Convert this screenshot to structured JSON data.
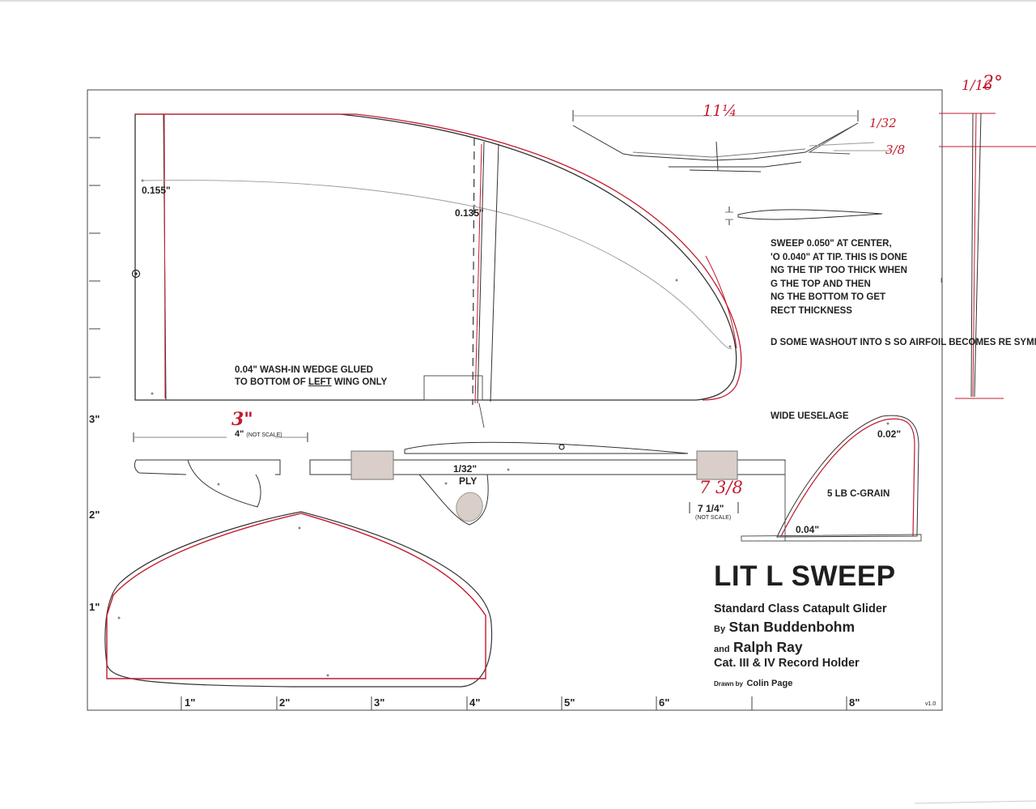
{
  "drawing": {
    "title": "LIT L SWEEP",
    "subtitle": "Standard Class Catapult Glider",
    "by_prefix": "By",
    "author1": "Stan Buddenbohm",
    "and_prefix": "and",
    "author2": "Ralph Ray",
    "record": "Cat. III & IV Record Holder",
    "drawn_prefix": "Drawn by",
    "drawn_by": "Colin Page",
    "version": "v1.0"
  },
  "wing": {
    "root_thickness": "0.155\"",
    "mid_thickness": "0.135\"",
    "wedge_note_line1": "0.04\" WASH-IN WEDGE GLUED",
    "wedge_note_line2_prefix": "TO BOTTOM OF ",
    "wedge_note_line2_emph": "LEFT",
    "wedge_note_line2_suffix": " WING ONLY"
  },
  "notes": {
    "airfoil_lines": [
      "SWEEP 0.050\" AT CENTER,",
      "'O 0.040\" AT TIP. THIS IS DONE",
      "NG THE TIP TOO THICK WHEN",
      "G THE TOP AND THEN",
      "NG THE BOTTOM TO GET",
      "RECT THICKNESS"
    ],
    "washout_lines": [
      "D SOME WASHOUT INTO",
      "S SO AIRFOIL BECOMES",
      "RE SYMMETRICAL"
    ],
    "fuselage_lines": [
      "WIDE",
      "UESELAGE"
    ]
  },
  "fuselage": {
    "dim_4": "4\"",
    "not_scale_1": "(NOT SCALE)",
    "ply_line1": "1/32\"",
    "ply_line2": "PLY",
    "dim_7_14": "7 1/4\"",
    "not_scale_2": "(NOT SCALE)"
  },
  "fin": {
    "top_thickness": "0.02\"",
    "material": "5 LB C-GRAIN",
    "bottom_thickness": "0.04\""
  },
  "handwritten": {
    "dim_11_14": "11¼",
    "dim_1_32": "1/32",
    "dim_3_8": "3/8",
    "dim_1_16": "1/16",
    "angle": "2°",
    "dim_3": "3\"",
    "dim_7_38": "7 3/8"
  },
  "ruler": {
    "vertical": [
      "3\"",
      "2\"",
      "1\""
    ],
    "horizontal": [
      "1\"",
      "2\"",
      "3\"",
      "4\"",
      "5\"",
      "6\"",
      "8\""
    ]
  },
  "colors": {
    "ink": "#222222",
    "pencil": "#8a8a8a",
    "red_ink": "#c21b2f",
    "balsa_block": "#d9cfc8"
  }
}
